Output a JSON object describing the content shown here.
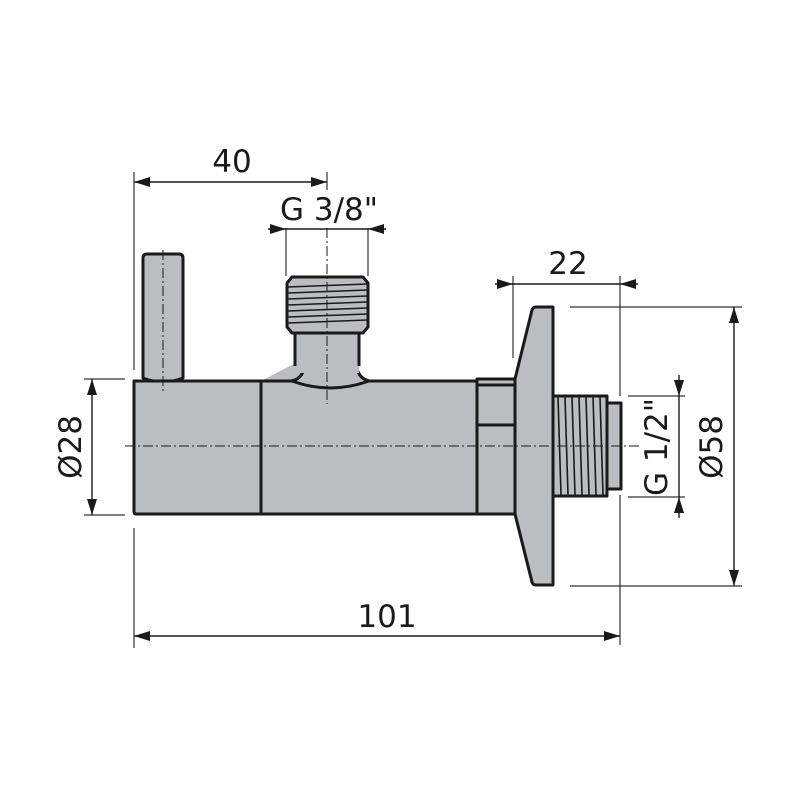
{
  "drawing": {
    "subject": "angle valve technical drawing",
    "colors": {
      "part_fill": "#bcbdc0",
      "outline": "#1a1a1a",
      "background": "#ffffff"
    },
    "dimensions": {
      "handle_to_outlet": "40",
      "outlet_thread": "G 3/8\"",
      "flange_to_end": "22",
      "body_diameter": "Ø28",
      "inlet_thread": "G 1/2\"",
      "rosette_diameter": "Ø58",
      "overall_length": "101"
    }
  }
}
